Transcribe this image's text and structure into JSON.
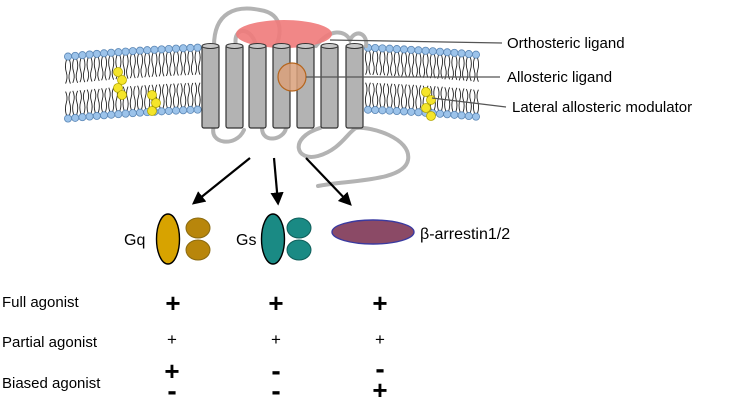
{
  "labels": {
    "orthosteric": "Orthosteric ligand",
    "allosteric": "Allosteric ligand",
    "lateral": "Lateral allosteric modulator"
  },
  "pathways": [
    {
      "name": "Gq",
      "color": "#d7a300"
    },
    {
      "name": "Gs",
      "color": "#1a8a84"
    },
    {
      "name": "β-arrestin1/2",
      "color": "#8b4a66"
    }
  ],
  "table": [
    {
      "label": "Full agonist",
      "values": [
        "+",
        "+",
        "+"
      ]
    },
    {
      "label": "Partial agonist",
      "values": [
        "+",
        "+",
        "+"
      ]
    },
    {
      "label": "Biased agonist",
      "values": [
        [
          "+",
          "-"
        ],
        [
          "-",
          "-"
        ],
        [
          "-",
          "+"
        ]
      ]
    }
  ],
  "colors": {
    "lipid_head": "#9cc3ea",
    "helix": "#b3b3b3",
    "orthosteric_ligand": "#f07a7a",
    "allosteric_ligand": "#d9a07a",
    "cholesterol": "#f5e52a"
  }
}
